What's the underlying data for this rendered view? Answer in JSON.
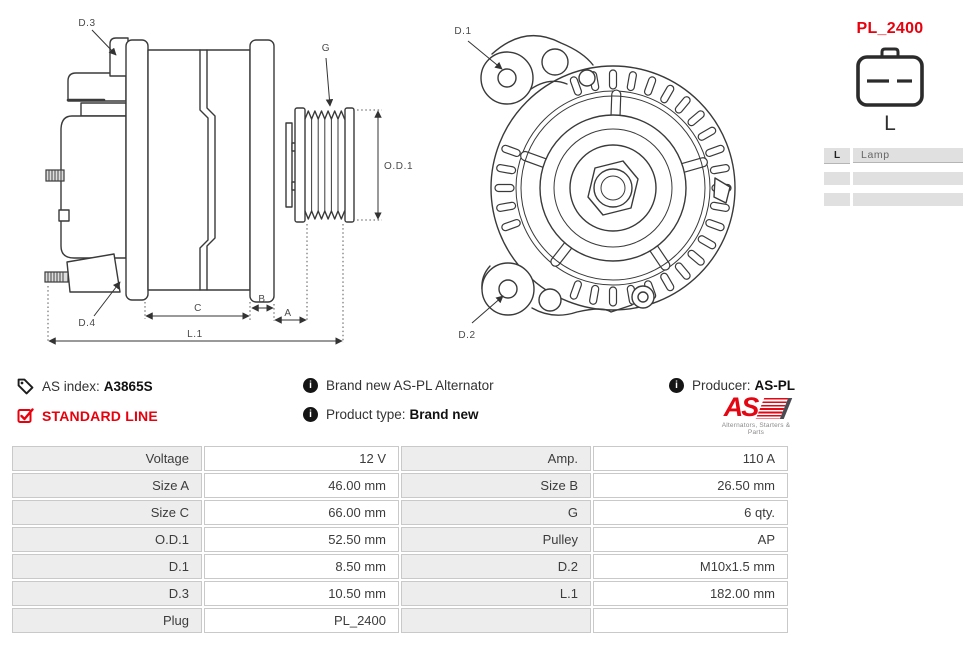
{
  "colors": {
    "accent_red": "#e8000d",
    "logo_red": "#e30613",
    "drawing_stroke": "#3a3a3a",
    "table_label_bg": "#ededed",
    "table_border": "#c9c9c9",
    "lamp_cell_bg": "#e0e0e0"
  },
  "drawings": {
    "side": {
      "d3": "D.3",
      "g": "G",
      "od1": "O.D.1",
      "d4": "D.4",
      "c": "C",
      "b": "B",
      "a": "A",
      "l1": "L.1"
    },
    "front": {
      "d1": "D.1",
      "d2": "D.2"
    }
  },
  "plug": {
    "code": "PL_2400",
    "connector_label": "L",
    "table": [
      {
        "key": "L",
        "value": "Lamp"
      },
      {
        "key": "",
        "value": ""
      },
      {
        "key": "",
        "value": ""
      }
    ]
  },
  "info": {
    "info_glyph": "i",
    "as_index_label": "AS index:",
    "as_index_value": "A3865S",
    "standard_line": "STANDARD LINE",
    "description": "Brand new AS-PL Alternator",
    "product_type_label": "Product type:",
    "product_type_value": "Brand new",
    "producer_label": "Producer:",
    "producer_value": "AS-PL"
  },
  "logo": {
    "text": "AS",
    "caption": "Alternators, Starters & Parts"
  },
  "spec": {
    "rows": [
      {
        "l1": "Voltage",
        "v1": "12 V",
        "l2": "Amp.",
        "v2": "110 A"
      },
      {
        "l1": "Size A",
        "v1": "46.00 mm",
        "l2": "Size B",
        "v2": "26.50 mm"
      },
      {
        "l1": "Size C",
        "v1": "66.00 mm",
        "l2": "G",
        "v2": "6 qty."
      },
      {
        "l1": "O.D.1",
        "v1": "52.50 mm",
        "l2": "Pulley",
        "v2": "AP"
      },
      {
        "l1": "D.1",
        "v1": "8.50 mm",
        "l2": "D.2",
        "v2": "M10x1.5 mm"
      },
      {
        "l1": "D.3",
        "v1": "10.50 mm",
        "l2": "L.1",
        "v2": "182.00 mm"
      },
      {
        "l1": "Plug",
        "v1": "PL_2400",
        "l2": "",
        "v2": ""
      }
    ]
  }
}
